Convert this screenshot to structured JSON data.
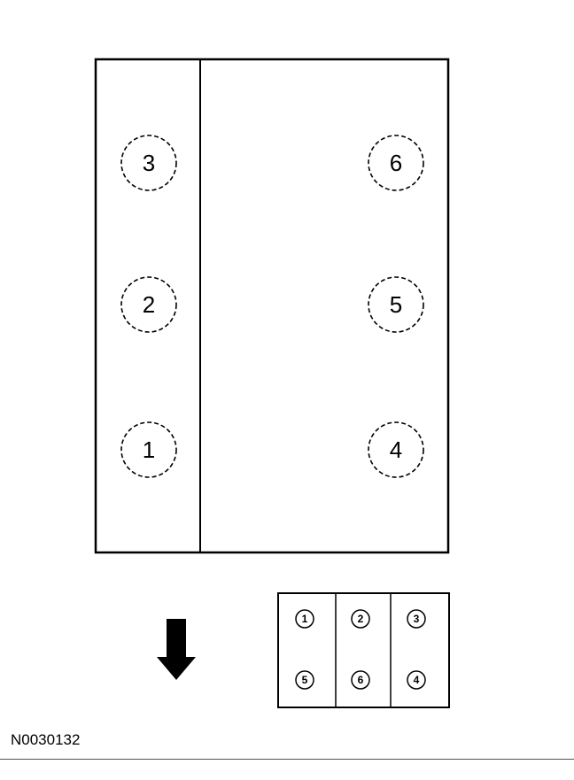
{
  "engine": {
    "left_bank": [
      "3",
      "2",
      "1"
    ],
    "right_bank": [
      "6",
      "5",
      "4"
    ]
  },
  "coil_pack": {
    "top_row": [
      "1",
      "2",
      "3"
    ],
    "bottom_row": [
      "5",
      "6",
      "4"
    ]
  },
  "direction_icon": "arrow-down-icon",
  "figure_ref": "N0030132",
  "colors": {
    "ink": "#000000",
    "background": "#ffffff",
    "rule": "#555555"
  }
}
